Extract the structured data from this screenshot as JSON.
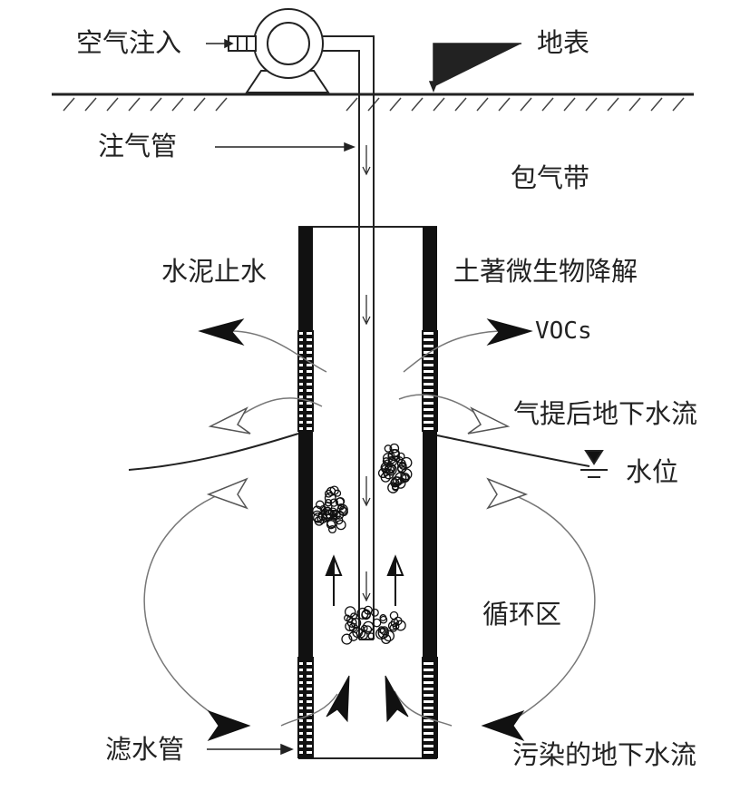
{
  "labels": {
    "air_injection": "空气注入",
    "ground_surface": "地表",
    "injection_pipe": "注气管",
    "vadose_zone": "包气带",
    "cement_seal": "水泥止水",
    "indigenous_microbe_degradation": "土著微生物降解",
    "vocs": "VOCs",
    "airlifted_groundwater_flow": "气提后地下水流",
    "water_table": "水位",
    "circulation_zone": "循环区",
    "well_screen": "滤水管",
    "contaminated_groundwater_flow": "污染的地下水流"
  },
  "colors": {
    "line": "#222222",
    "casing": "#111111",
    "screen_slots": "#ffffff",
    "ghost_arrow": "#cccccc"
  }
}
